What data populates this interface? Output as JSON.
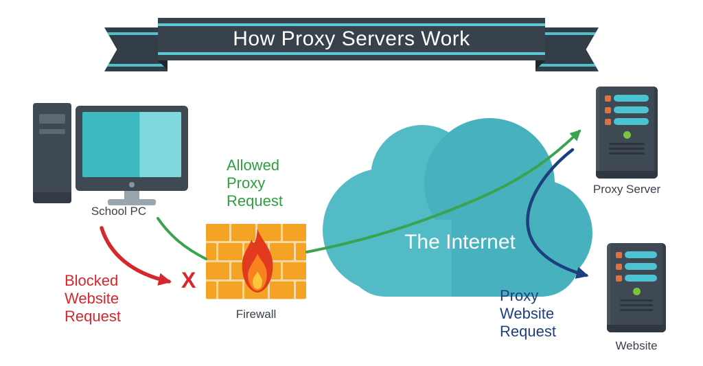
{
  "title": "How Proxy Servers Work",
  "nodes": {
    "school_pc": {
      "label": "School PC"
    },
    "firewall": {
      "label": "Firewall"
    },
    "internet": {
      "label": "The Internet"
    },
    "proxy_server": {
      "label": "Proxy Server"
    },
    "website": {
      "label": "Website"
    }
  },
  "annotations": {
    "allowed_proxy_request": {
      "lines": [
        "Allowed",
        "Proxy",
        "Request"
      ],
      "color": "#2f9e41"
    },
    "blocked_website_request": {
      "lines": [
        "Blocked",
        "Website",
        "Request"
      ],
      "color": "#d7262c"
    },
    "blocked_marker": "X",
    "proxy_website_request": {
      "lines": [
        "Proxy",
        "Website",
        "Request"
      ],
      "color": "#1e3f7d"
    }
  },
  "colors": {
    "banner_dark": "#38424d",
    "banner_accent": "#5bc8d5",
    "cloud_teal_light": "#52bbc6",
    "cloud_teal_dark": "#47b1be",
    "device_dark": "#3e4954",
    "screen_teal": "#3db9c0",
    "brick_orange": "#f5a325",
    "mortar": "#f7d7a2",
    "arrow_green": "#3aa34d",
    "arrow_red": "#d7262c",
    "arrow_navy": "#1e3f7d",
    "led_green": "#7cc243",
    "slot_teal": "#4cc3d0"
  }
}
